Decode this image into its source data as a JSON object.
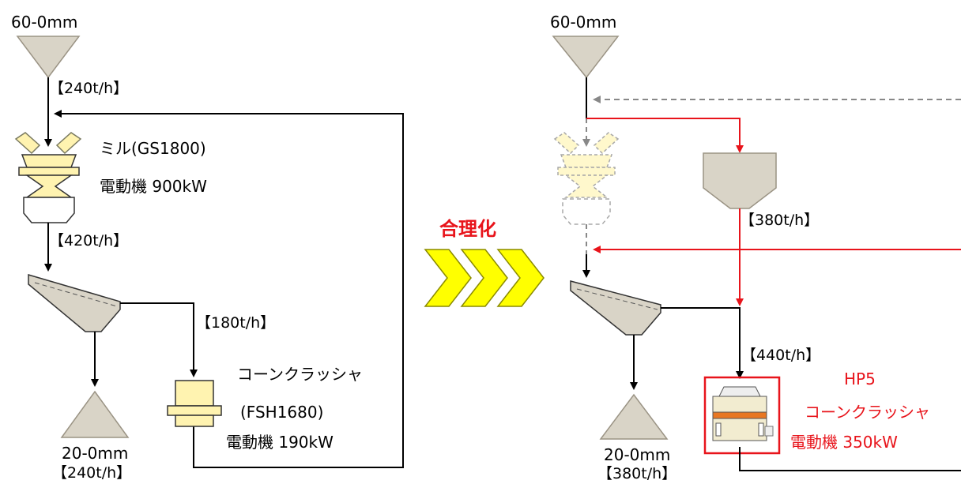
{
  "colors": {
    "hopper_fill": "#d9d4c7",
    "crusher_fill": "#fff3b0",
    "arrow_red": "#e8141b",
    "arrow_gray": "#888888",
    "chevron_yellow": "#ffff00",
    "coil_orange": "#e87722"
  },
  "left": {
    "feed_size": "60-0mm",
    "feed_rate": "【240t/h】",
    "mill_name": "ミル(GS1800)",
    "mill_motor": "電動機 900kW",
    "screen_feed": "【420t/h】",
    "cone_feed": "【180t/h】",
    "cone_name": "コーンクラッシャ",
    "cone_model": "(FSH1680)",
    "cone_motor": "電動機 190kW",
    "product_size": "20-0mm",
    "product_rate": "【240t/h】"
  },
  "center": {
    "title": "合理化"
  },
  "right": {
    "feed_size": "60-0mm",
    "bin_out_rate": "【380t/h】",
    "cone_feed": "【440t/h】",
    "hp_name": "HP5",
    "cone_name": "コーンクラッシャ",
    "cone_motor": "電動機 350kW",
    "product_size": "20-0mm",
    "product_rate": "【380t/h】"
  }
}
